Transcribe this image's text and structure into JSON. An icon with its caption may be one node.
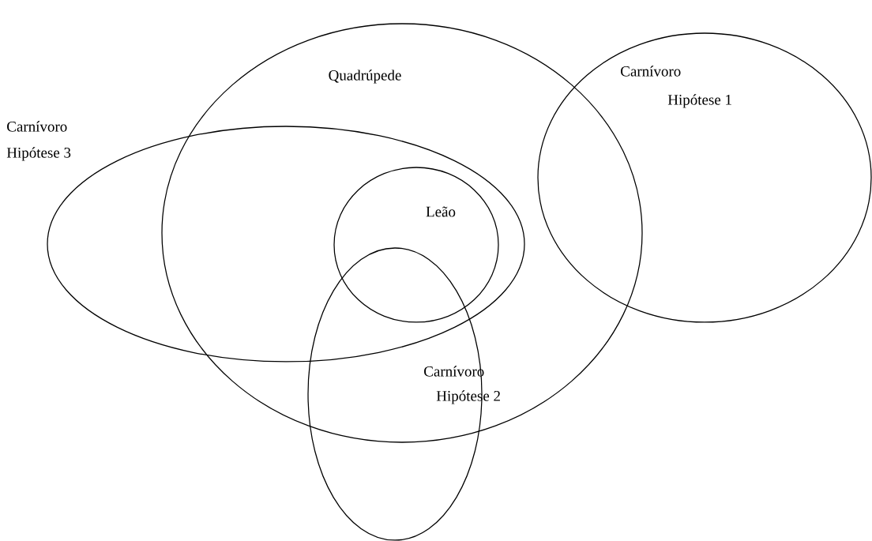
{
  "diagram": {
    "nodes": [
      {
        "text": [
          "Quadrúpede"
        ]
      },
      {
        "text": [
          "Carnívoro",
          "Hipótese 1"
        ]
      },
      {
        "text": [
          "Carnívoro",
          "Hipótese 3"
        ]
      },
      {
        "text": [
          "Leão"
        ]
      },
      {
        "text": [
          "Carnívoro",
          "Hipótese 2"
        ]
      }
    ]
  }
}
